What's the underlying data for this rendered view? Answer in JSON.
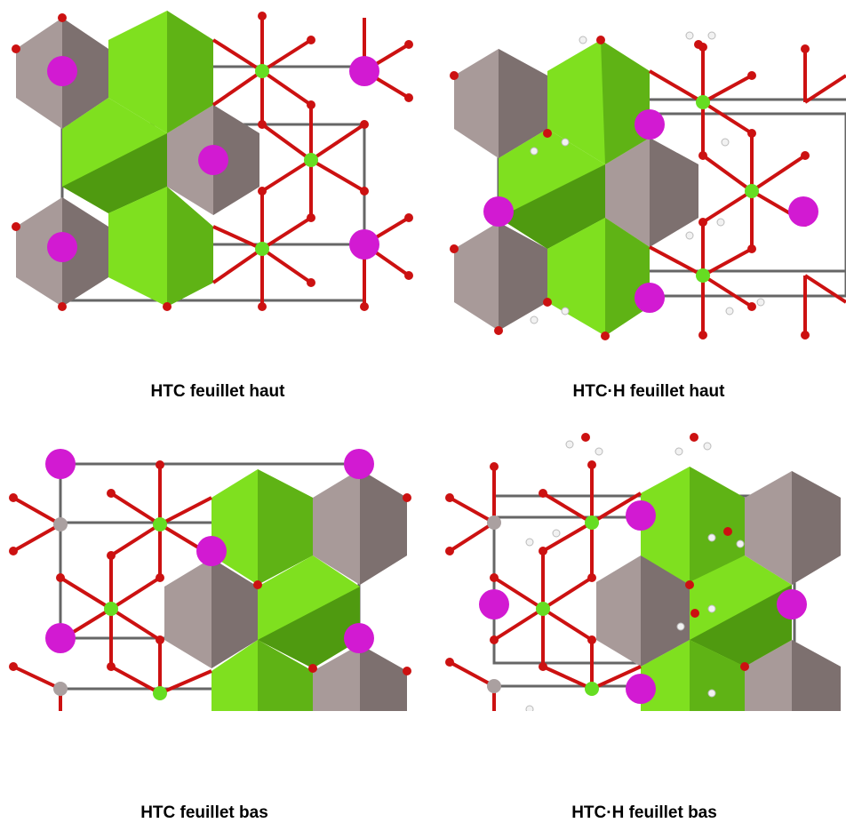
{
  "figure": {
    "panels": [
      {
        "id": "htc-top",
        "caption": "HTC feuillet haut"
      },
      {
        "id": "htch-top",
        "caption": "HTC·H feuillet haut"
      },
      {
        "id": "htc-bot",
        "caption": "HTC feuillet bas"
      },
      {
        "id": "htch-bot",
        "caption": "HTC·H feuillet bas"
      }
    ],
    "colors": {
      "green_polyhedron": "#7fe01f",
      "green_dark": "#4f9a10",
      "grey_polyhedron": "#a89a99",
      "grey_dark": "#6e6161",
      "magenta_atom": "#d21ad2",
      "oxygen": "#cc1111",
      "hydrogen": "#f2f2f2",
      "green_atom": "#66dd22",
      "unit_cell": "#666666"
    }
  }
}
